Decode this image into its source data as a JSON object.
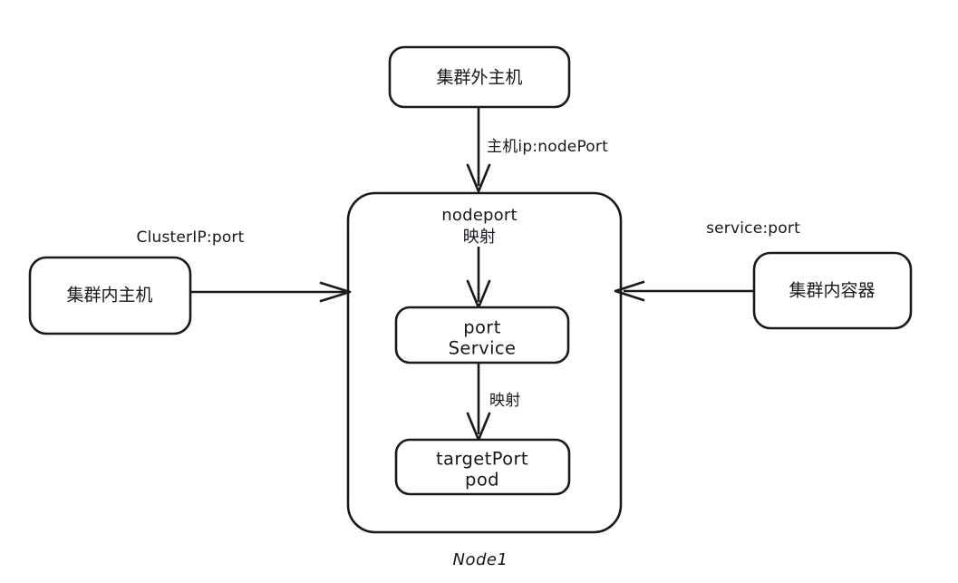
{
  "diagram": {
    "title_caption": "Node1",
    "colors": {
      "stroke": "#1a1a1a",
      "text": "#15181c",
      "background": "#ffffff"
    },
    "nodes": {
      "external_host": {
        "label": "集群外主机"
      },
      "internal_host": {
        "label": "集群内主机"
      },
      "internal_container": {
        "label": "集群内容器"
      },
      "service": {
        "line1": "port",
        "line2": "Service"
      },
      "pod": {
        "line1": "targetPort",
        "line2": "pod"
      },
      "node_container": {
        "caption": "Node1"
      }
    },
    "inner_labels": {
      "nodeport_line1": "nodeport",
      "nodeport_line2": "映射",
      "service_to_pod": "映射"
    },
    "edges": {
      "external_to_node": {
        "label": "主机ip:nodePort"
      },
      "internal_host_to_node": {
        "label": "ClusterIP:port"
      },
      "container_to_node": {
        "label": "service:port"
      }
    }
  }
}
